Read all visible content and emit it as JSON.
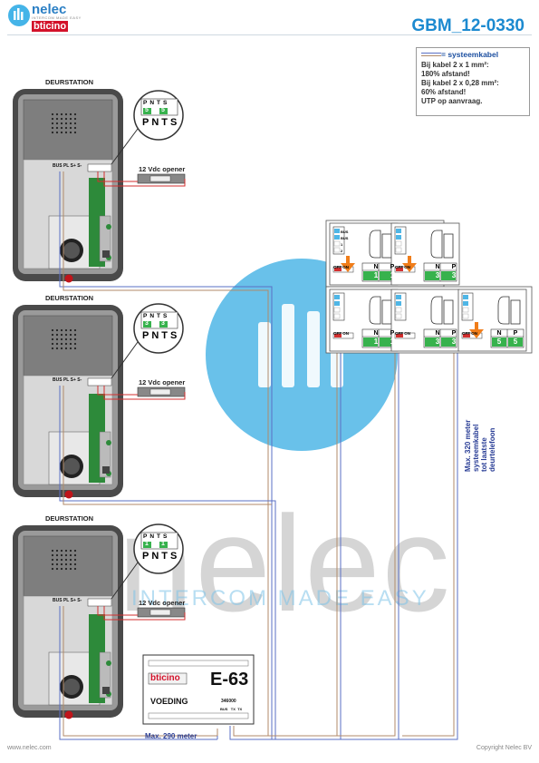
{
  "header": {
    "logo_name": "nelec",
    "logo_tagline": "INTERCOM MADE EASY",
    "logo_brand": "bticino",
    "doc_code": "GBM_12-0330"
  },
  "legend": {
    "title": "= systeemkabel",
    "lines": [
      "Bij kabel 2 x 1 mm²:",
      "180% afstand!",
      "Bij kabel 2 x 0,28 mm²:",
      "60% afstand!",
      "UTP op aanvraag."
    ]
  },
  "door_stations": [
    {
      "label": "DEURSTATION",
      "p": "5",
      "n": "5",
      "opener": "12 Vdc opener"
    },
    {
      "label": "DEURSTATION",
      "p": "3",
      "n": "3",
      "opener": "12 Vdc opener"
    },
    {
      "label": "DEURSTATION",
      "p": "1",
      "n": "1",
      "opener": "12 Vdc opener"
    }
  ],
  "terminal_letters": [
    "P",
    "N",
    "T",
    "S"
  ],
  "bus_labels": "BUS PL S+ S-",
  "handsets": [
    {
      "n": "1",
      "p": "1",
      "switch": "OFF ON"
    },
    {
      "n": "3",
      "p": "3",
      "switch": "OFF ON"
    },
    {
      "n": "1",
      "p": "1",
      "switch": "OFF ON"
    },
    {
      "n": "3",
      "p": "3",
      "switch": "OFF ON"
    },
    {
      "n": "5",
      "p": "5",
      "switch": "OFF ON"
    }
  ],
  "handset_terminals": [
    "BUS",
    "BUS",
    "1",
    "2"
  ],
  "handset_cols": [
    "N",
    "P"
  ],
  "psu": {
    "brand": "bticino",
    "model": "E-63",
    "label": "VOEDING",
    "code": "346000",
    "terms": "BUS   TX  TX"
  },
  "annotations": {
    "max_horizontal": "Max. 290 meter",
    "max_vertical": [
      "Max. 320 meter",
      "systeemkabel",
      "tot laatste",
      "deurtelefoon"
    ]
  },
  "watermark": {
    "text": "nelec",
    "tagline": "INTERCOM MADE EASY"
  },
  "footer": {
    "left": "www.nelec.com",
    "right": "Copyright Nelec BV"
  },
  "colors": {
    "accent_blue": "#1c8ad0",
    "cable_red": "#d32f2f",
    "cable_blue": "#5a6fc4",
    "cable_tan": "#b08a6a",
    "highlight_green": "#37b24d",
    "arrow_orange": "#f07d1a"
  }
}
